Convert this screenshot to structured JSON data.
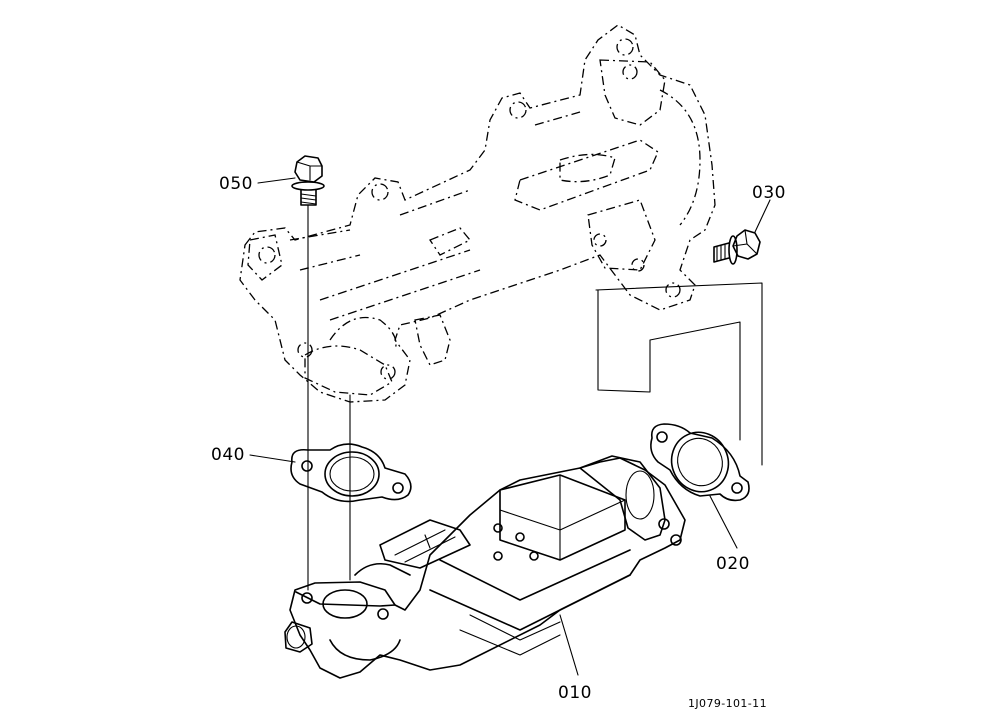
{
  "callouts": [
    {
      "id": "050",
      "label": "050"
    },
    {
      "id": "030",
      "label": "030"
    },
    {
      "id": "040",
      "label": "040"
    },
    {
      "id": "020",
      "label": "020"
    },
    {
      "id": "010",
      "label": "010"
    }
  ],
  "drawing_code": "1J079-101-11",
  "colors": {
    "ink": "#000000",
    "paper": "#ffffff"
  }
}
